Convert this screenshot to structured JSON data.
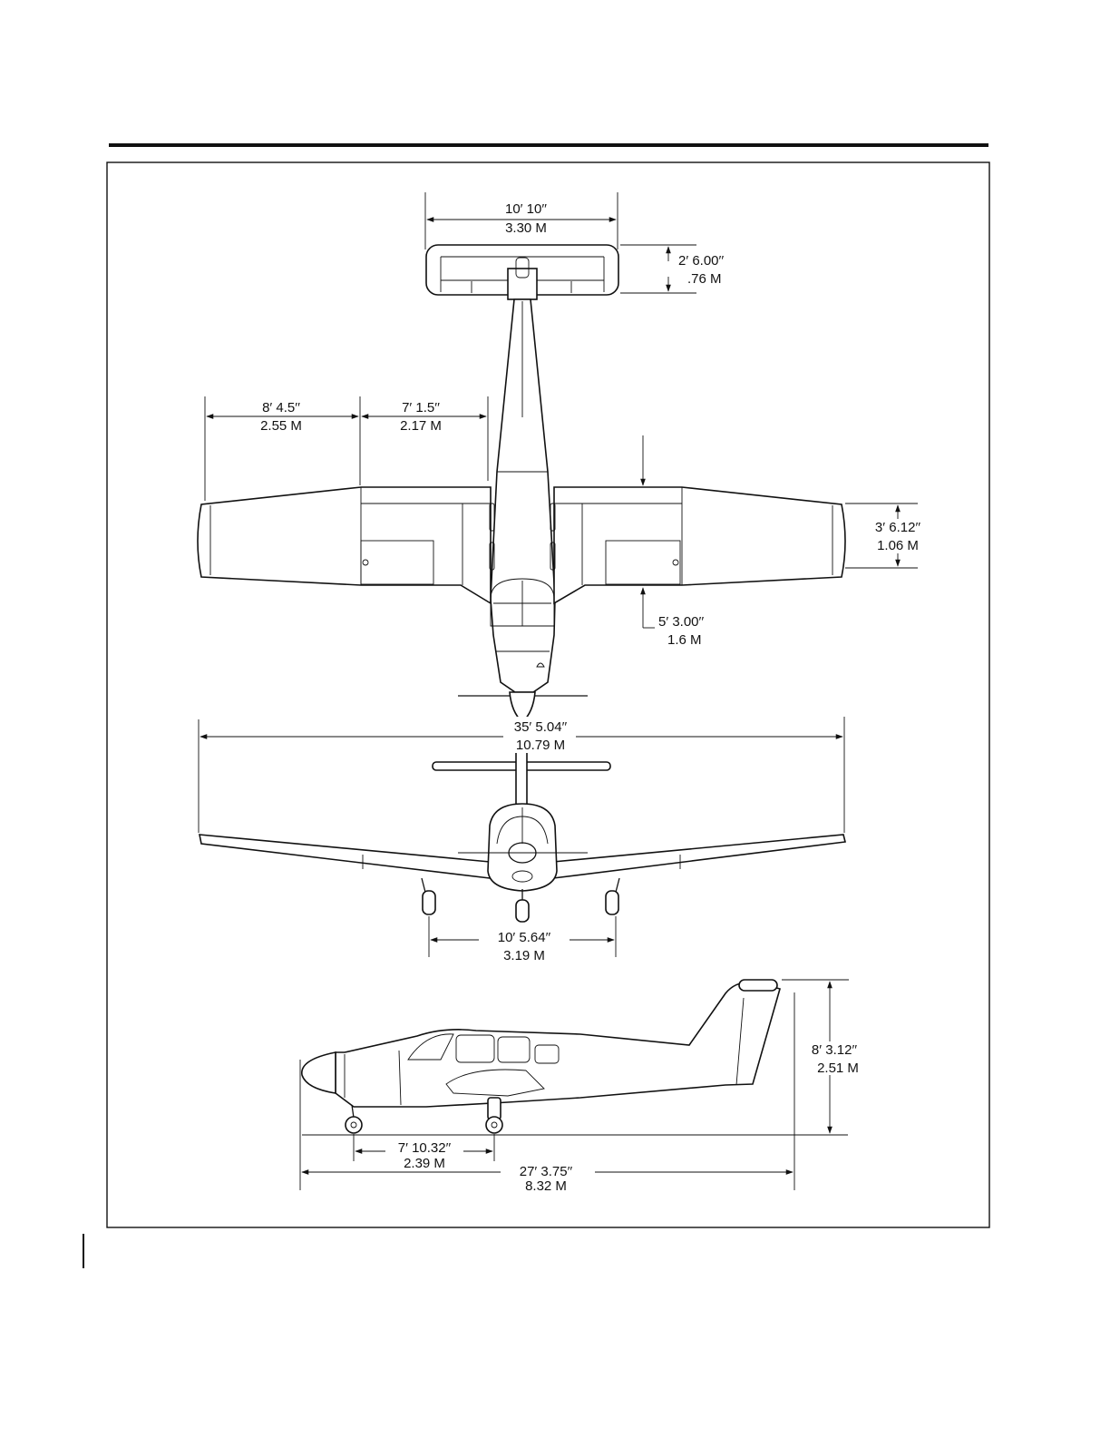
{
  "colors": {
    "ink": "#111111",
    "paper": "#ffffff"
  },
  "dimensions": {
    "stabilator_span": {
      "imperial": "10′ 10′′",
      "metric": "3.30 M"
    },
    "stabilator_chord": {
      "imperial": "2′ 6.00′′",
      "metric": ".76 M"
    },
    "outer_wing_panel": {
      "imperial": "8′ 4.5′′",
      "metric": "2.55 M"
    },
    "inner_wing_panel": {
      "imperial": "7′ 1.5′′",
      "metric": "2.17 M"
    },
    "wing_tip_chord": {
      "imperial": "3′ 6.12′′",
      "metric": "1.06 M"
    },
    "wing_root_chord": {
      "imperial": "5′ 3.00′′",
      "metric": "1.6 M"
    },
    "wing_span": {
      "imperial": "35′ 5.04′′",
      "metric": "10.79 M"
    },
    "wheel_track": {
      "imperial": "10′ 5.64′′",
      "metric": "3.19 M"
    },
    "height": {
      "imperial": "8′ 3.12′′",
      "metric": "2.51 M"
    },
    "wheel_base": {
      "imperial": "7′ 10.32′′",
      "metric": "2.39 M"
    },
    "length": {
      "imperial": "27′ 3.75′′",
      "metric": "8.32 M"
    }
  }
}
